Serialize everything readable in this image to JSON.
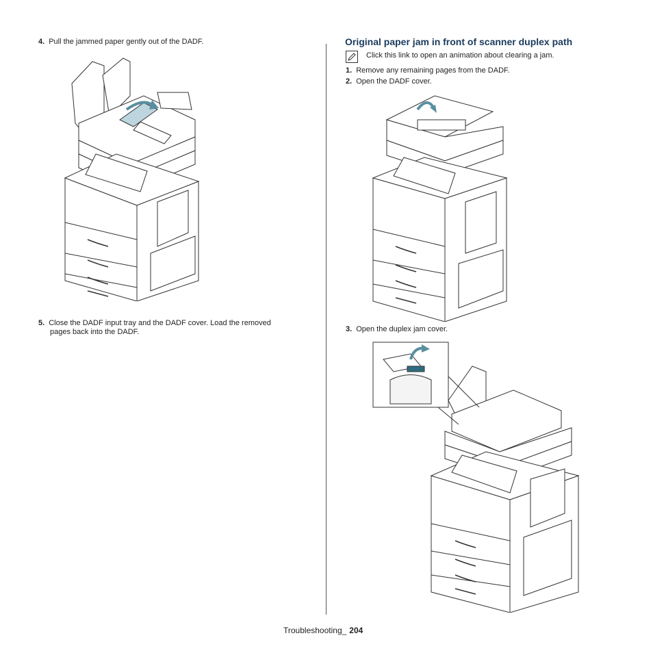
{
  "left": {
    "step4": {
      "num": "4.",
      "text": "Pull the jammed paper gently out of the DADF."
    },
    "step5": {
      "num": "5.",
      "line1": "Close the DADF input tray and the DADF cover. Load the removed",
      "line2": "pages back into the DADF."
    }
  },
  "right": {
    "heading": "Original paper jam in front of scanner duplex path",
    "note": "Click this link to open an animation about clearing a jam.",
    "step1": {
      "num": "1.",
      "text": "Remove any remaining pages from the DADF."
    },
    "step2": {
      "num": "2.",
      "text": "Open the DADF cover."
    },
    "step3": {
      "num": "3.",
      "text": "Open the duplex jam cover."
    }
  },
  "footer": {
    "section": "Troubleshooting_",
    "page": "204"
  },
  "colors": {
    "heading": "#1a3a5c",
    "arrow": "#5a8fa0",
    "line": "#333333"
  },
  "icons": {
    "note": "pencil-note-icon"
  }
}
